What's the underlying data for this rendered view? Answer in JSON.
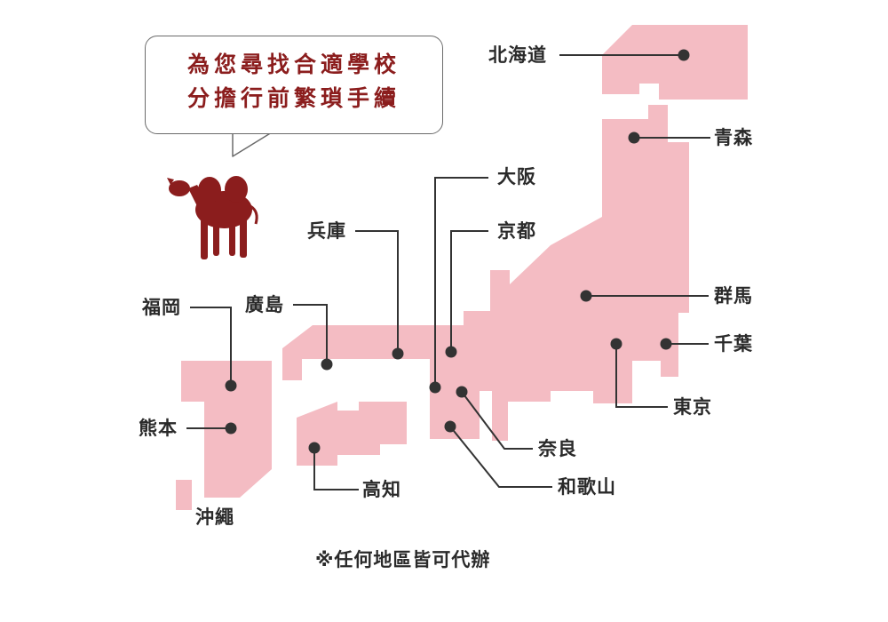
{
  "colors": {
    "land": "#f4bcc3",
    "accent": "#8b1d1d",
    "text": "#2a2a2a"
  },
  "bubble": {
    "line1": "為您尋找合適學校",
    "line2": "分擔行前繁瑣手續"
  },
  "mascot": {
    "icon": "camel-icon"
  },
  "regions": [
    {
      "id": "hokkaido",
      "label": "北海道"
    },
    {
      "id": "aomori",
      "label": "青森"
    },
    {
      "id": "osaka",
      "label": "大阪"
    },
    {
      "id": "kyoto",
      "label": "京都"
    },
    {
      "id": "hyogo",
      "label": "兵庫"
    },
    {
      "id": "gunma",
      "label": "群馬"
    },
    {
      "id": "hiroshima",
      "label": "廣島"
    },
    {
      "id": "fukuoka",
      "label": "福岡"
    },
    {
      "id": "chiba",
      "label": "千葉"
    },
    {
      "id": "tokyo",
      "label": "東京"
    },
    {
      "id": "kumamoto",
      "label": "熊本"
    },
    {
      "id": "nara",
      "label": "奈良"
    },
    {
      "id": "wakayama",
      "label": "和歌山"
    },
    {
      "id": "kochi",
      "label": "高知"
    },
    {
      "id": "okinawa",
      "label": "沖繩"
    }
  ],
  "footnote": "※任何地區皆可代辦"
}
